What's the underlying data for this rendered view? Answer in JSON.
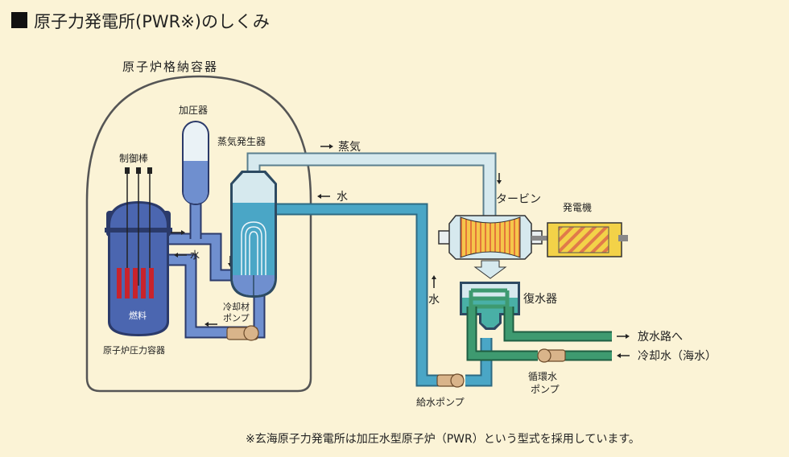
{
  "title": "原子力発電所(PWR※)のしくみ",
  "colors": {
    "background": "#fbf3d6",
    "steam_pipe": "#d6e9ee",
    "water_pipe": "#4aa6c6",
    "primary_loop": "#6f8fcf",
    "vessel_body": "#4b66b0",
    "fuel_rod": "#c8232c",
    "condenser_water": "#49b0a6",
    "cooling_pipe": "#3e9a70",
    "generator": "#f3d248",
    "pump": "#d9b48a"
  },
  "labels": {
    "containment": "原子炉格納容器",
    "pressurizer": "加圧器",
    "control_rods": "制御棒",
    "steam_generator": "蒸気発生器",
    "steam": "蒸気",
    "water_return": "水",
    "water_primary": "水",
    "turbine": "タービン",
    "generator": "発電機",
    "fuel": "燃料",
    "reactor_vessel": "原子炉圧力容器",
    "coolant_pump": "冷却材\nポンプ",
    "condenser": "復水器",
    "water_up": "水",
    "discharge": "放水路へ",
    "cooling_water": "冷却水（海水）",
    "circulation_pump": "循環水\nポンプ",
    "feed_pump": "給水ポンプ"
  },
  "footnote": "※玄海原子力発電所は加圧水型原子炉（PWR）という型式を採用しています。"
}
